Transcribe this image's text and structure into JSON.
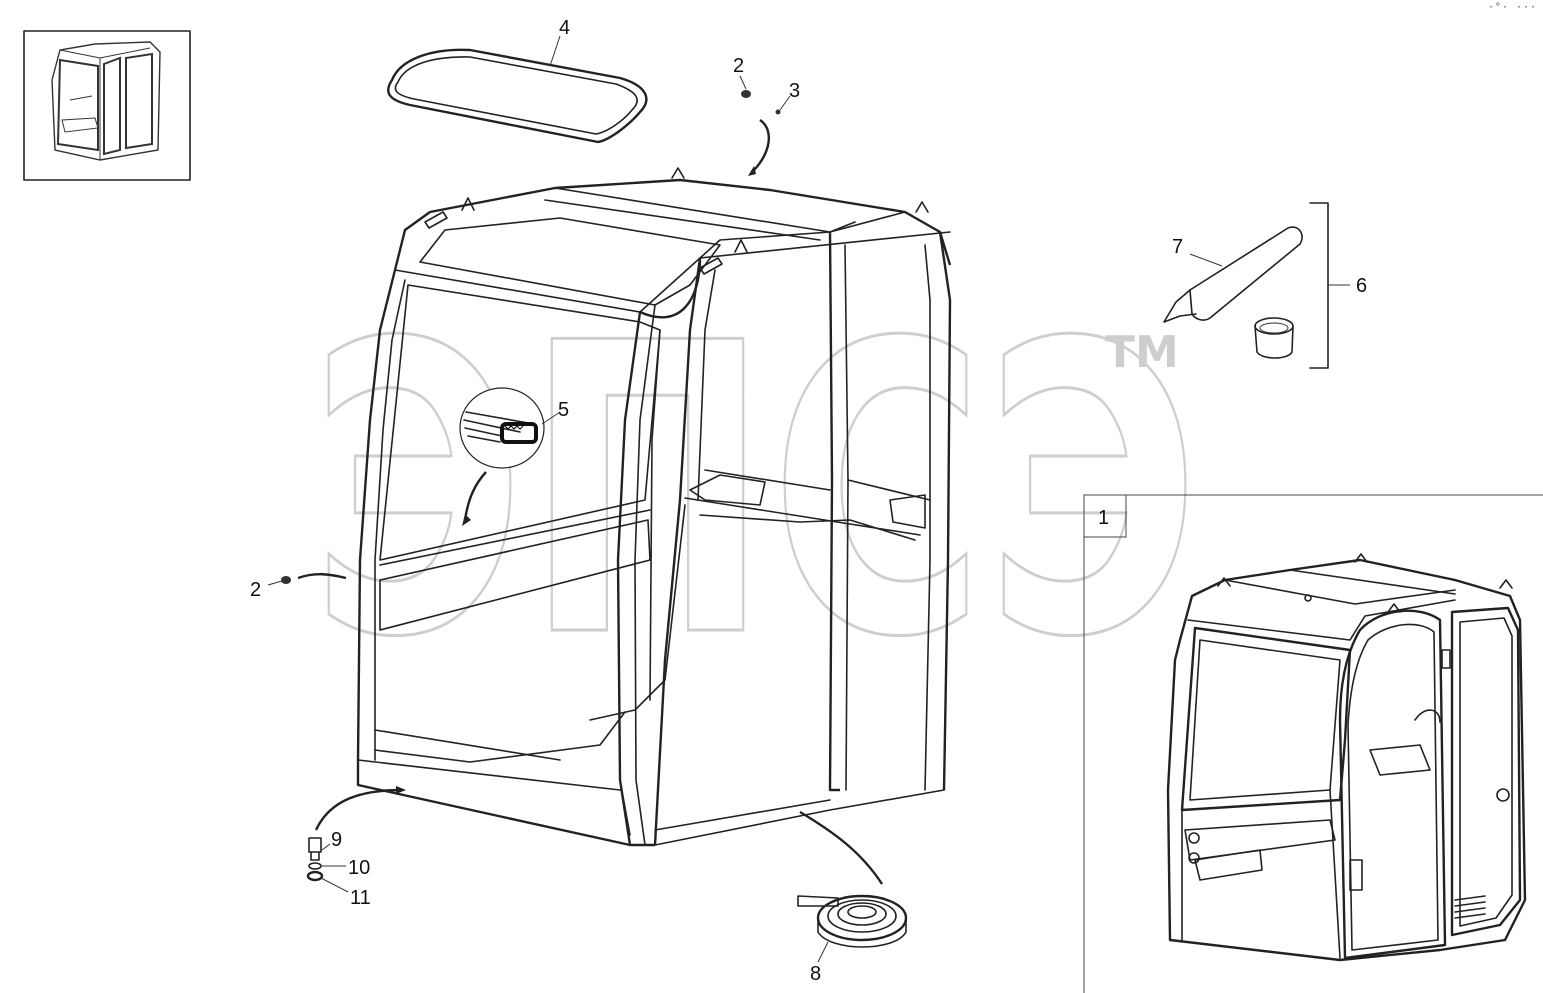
{
  "callouts": {
    "n1": "1",
    "n2a": "2",
    "n2b": "2",
    "n3": "3",
    "n4": "4",
    "n5": "5",
    "n6": "6",
    "n7": "7",
    "n8": "8",
    "n9": "9",
    "n10": "10",
    "n11": "11"
  },
  "watermark": {
    "text": "ЭПСЭ",
    "tm": "TM"
  },
  "corner_mark": "·°· ···",
  "parts": [
    "cab-frame",
    "nut",
    "clip",
    "roof-glass-seal",
    "window-seal-profile",
    "sealant-kit",
    "sealant-tube",
    "sealing-tape-roll",
    "bolt",
    "lock-washer",
    "flat-washer",
    "complete-cab-assembly"
  ]
}
